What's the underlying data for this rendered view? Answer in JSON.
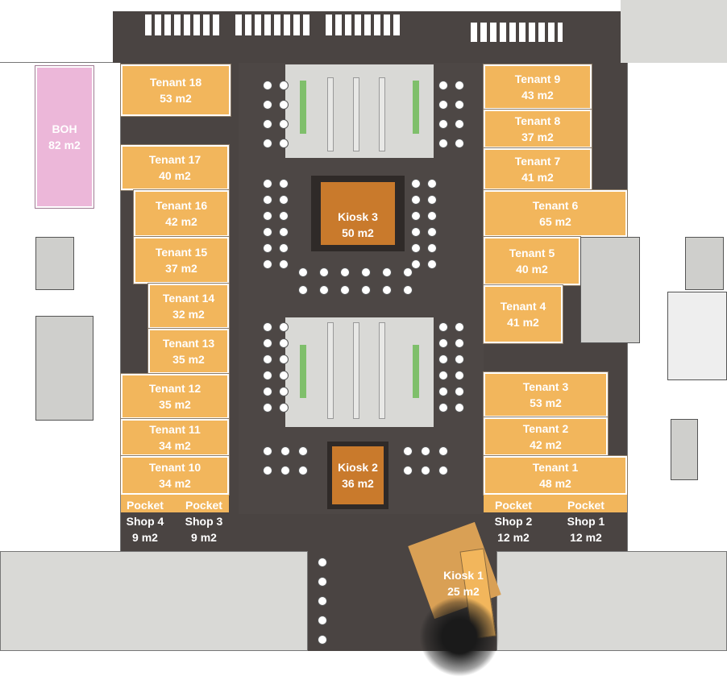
{
  "units": {
    "boh": {
      "name": "BOH",
      "area": "82 m2"
    },
    "t18": {
      "name": "Tenant 18",
      "area": "53 m2"
    },
    "t17": {
      "name": "Tenant 17",
      "area": "40 m2"
    },
    "t16": {
      "name": "Tenant 16",
      "area": "42 m2"
    },
    "t15": {
      "name": "Tenant 15",
      "area": "37 m2"
    },
    "t14": {
      "name": "Tenant 14",
      "area": "32 m2"
    },
    "t13": {
      "name": "Tenant 13",
      "area": "35 m2"
    },
    "t12": {
      "name": "Tenant 12",
      "area": "35 m2"
    },
    "t11": {
      "name": "Tenant 11",
      "area": "34 m2"
    },
    "t10": {
      "name": "Tenant 10",
      "area": "34 m2"
    },
    "t9": {
      "name": "Tenant 9",
      "area": "43 m2"
    },
    "t8": {
      "name": "Tenant 8",
      "area": "37 m2"
    },
    "t7": {
      "name": "Tenant 7",
      "area": "41 m2"
    },
    "t6": {
      "name": "Tenant 6",
      "area": "65 m2"
    },
    "t5": {
      "name": "Tenant 5",
      "area": "40 m2"
    },
    "t4": {
      "name": "Tenant 4",
      "area": "41 m2"
    },
    "t3": {
      "name": "Tenant 3",
      "area": "53 m2"
    },
    "t2": {
      "name": "Tenant 2",
      "area": "42 m2"
    },
    "t1": {
      "name": "Tenant 1",
      "area": "48 m2"
    }
  },
  "kiosks": {
    "k3": {
      "name": "Kiosk 3",
      "area": "50 m2"
    },
    "k2": {
      "name": "Kiosk 2",
      "area": "36 m2"
    },
    "k1": {
      "name": "Kiosk 1",
      "area": "25 m2"
    }
  },
  "pockets": {
    "p4": {
      "line1": "Pocket",
      "line2": "Shop 4",
      "area": "9 m2"
    },
    "p3": {
      "line1": "Pocket",
      "line2": "Shop 3",
      "area": "9 m2"
    },
    "p2": {
      "line1": "Pocket",
      "line2": "Shop 2",
      "area": "12 m2"
    },
    "p1": {
      "line1": "Pocket",
      "line2": "Shop 1",
      "area": "12 m2"
    }
  },
  "colors": {
    "tenant": "#f2b65c",
    "boh": "#ecb7d9",
    "corridor": "#4a4442",
    "kiosk": "#c97a2c"
  }
}
